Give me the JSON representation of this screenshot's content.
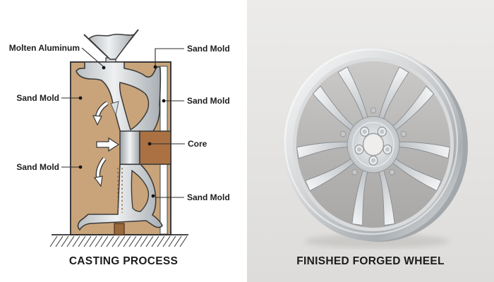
{
  "left_panel": {
    "caption": "CASTING PROCESS",
    "labels": [
      {
        "id": "molten-aluminum",
        "text": "Molten Aluminum"
      },
      {
        "id": "sand-mold-top-right",
        "text": "Sand Mold"
      },
      {
        "id": "sand-mold-left-upper",
        "text": "Sand Mold"
      },
      {
        "id": "sand-mold-right-middle",
        "text": "Sand Mold"
      },
      {
        "id": "core",
        "text": "Core"
      },
      {
        "id": "sand-mold-left-lower",
        "text": "Sand Mold"
      },
      {
        "id": "sand-mold-right-lower",
        "text": "Sand Mold"
      }
    ],
    "colors": {
      "background": "#ffffff",
      "sand_mold": "#c9a47a",
      "core": "#ac7143",
      "molten_metal_light": "#eef0f1",
      "molten_metal_dark": "#a8aeb3",
      "outline": "#3b3b3b"
    }
  },
  "right_panel": {
    "caption": "FINISHED FORGED WHEEL",
    "colors": {
      "background_top": "#ecebe9",
      "background_bottom": "#dddcda",
      "wheel_highlight": "#f8f9fa",
      "wheel_midtone": "#c6c9cc",
      "wheel_shadow": "#8f9499"
    }
  }
}
